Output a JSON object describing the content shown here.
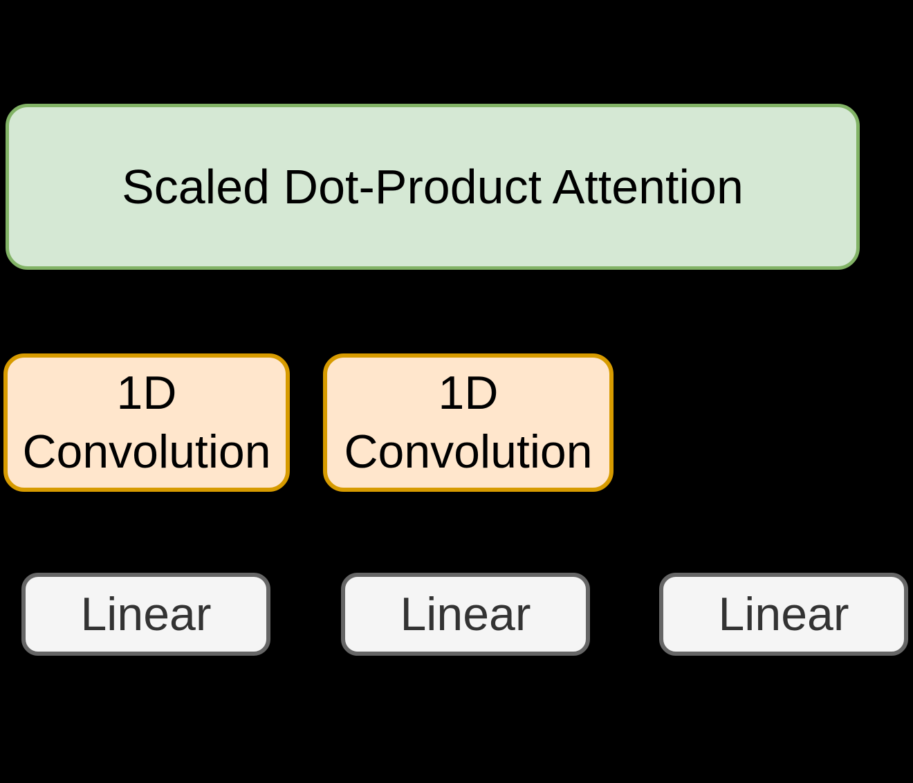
{
  "diagram": {
    "title": "attention-block-architecture",
    "background_color": "#000000",
    "nodes": {
      "attention": {
        "label": "Scaled Dot-Product Attention",
        "fill": "#D5E8D4",
        "border": "#82B366",
        "text_color": "#000000"
      },
      "conv_left": {
        "label": "1D Convolution",
        "fill": "#FFE6CC",
        "border": "#D79B00",
        "text_color": "#000000"
      },
      "conv_right": {
        "label": "1D Convolution",
        "fill": "#FFE6CC",
        "border": "#D79B00",
        "text_color": "#000000"
      },
      "linear_left": {
        "label": "Linear",
        "fill": "#F5F5F5",
        "border": "#666666",
        "text_color": "#333333"
      },
      "linear_middle": {
        "label": "Linear",
        "fill": "#F5F5F5",
        "border": "#666666",
        "text_color": "#333333"
      },
      "linear_right": {
        "label": "Linear",
        "fill": "#F5F5F5",
        "border": "#666666",
        "text_color": "#333333"
      }
    }
  }
}
